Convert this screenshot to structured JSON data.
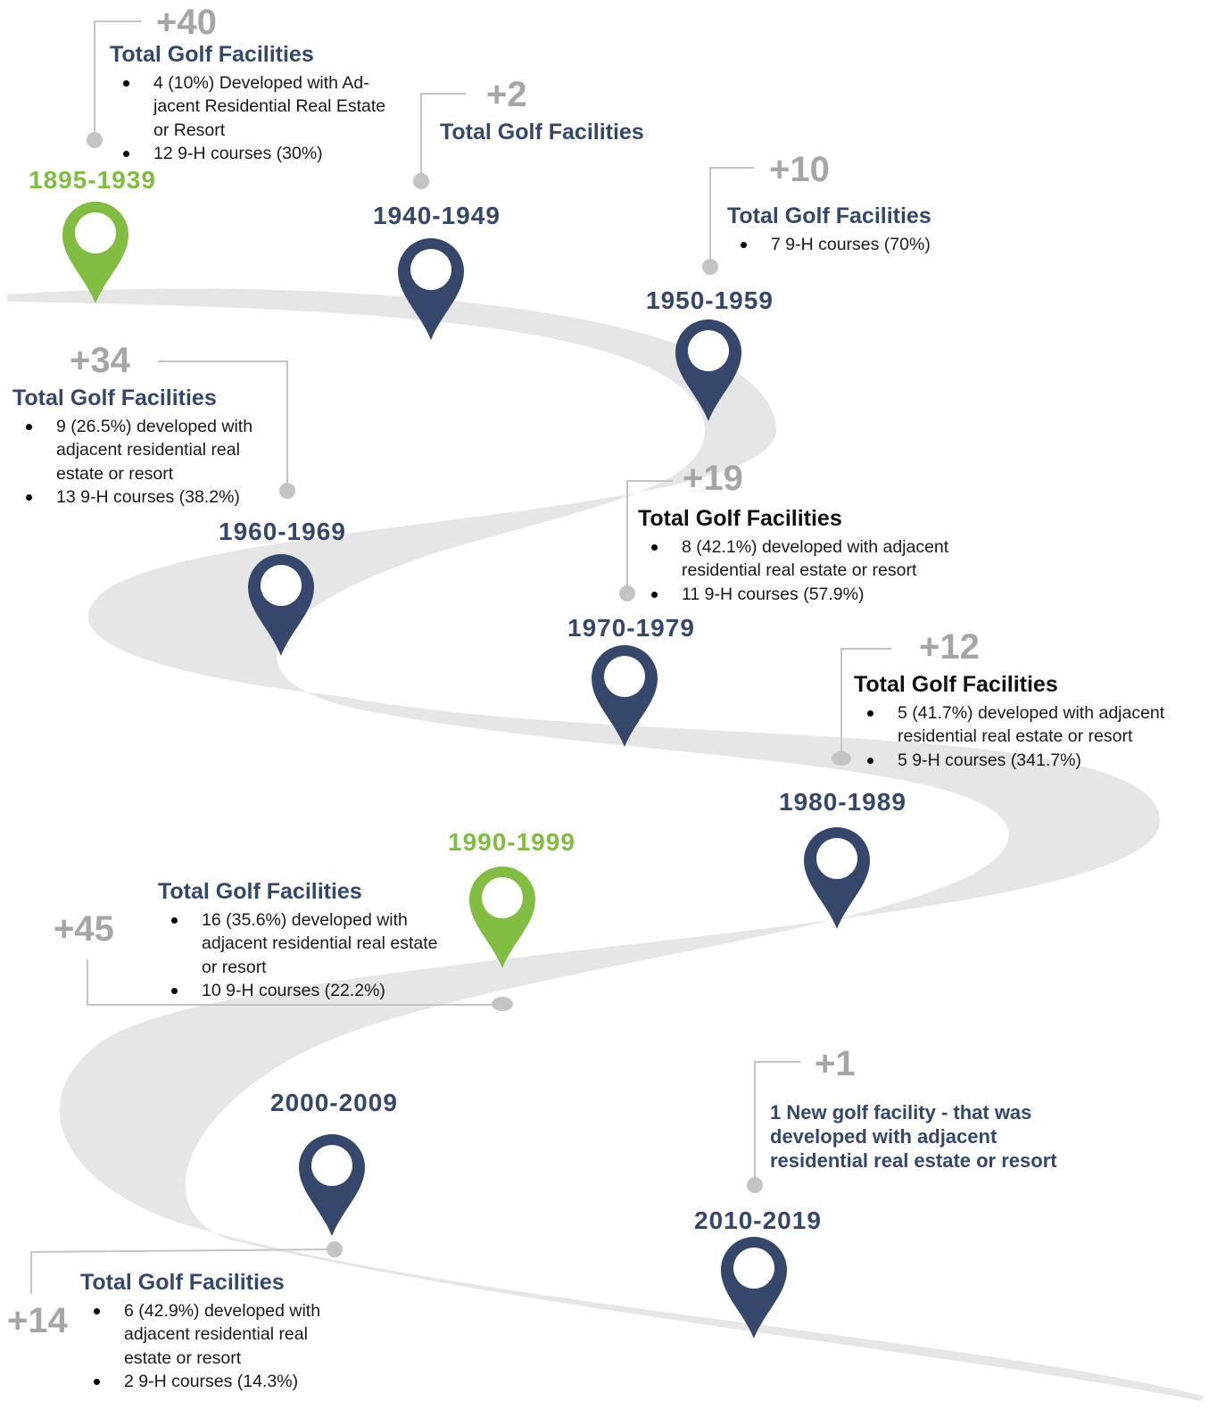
{
  "colors": {
    "navy": "#35476b",
    "green": "#80bd41",
    "gray": "#a6a6a6",
    "road": "#e6e6e6",
    "dot": "#c4c4c4",
    "black": "#1a1a1a"
  },
  "periods": [
    {
      "year": "1895-1939",
      "delta": "+40",
      "title": "Total Golf Facilities",
      "bullets": [
        "4  (10%) Developed with Ad-",
        "jacent Residential Real Estate",
        "or Resort",
        "12 9-H courses (30%)"
      ]
    },
    {
      "year": "1940-1949",
      "delta": "+2",
      "title": "Total Golf Facilities",
      "bullets": []
    },
    {
      "year": "1950-1959",
      "delta": "+10",
      "title": "Total Golf Facilities",
      "bullets": [
        "7 9-H courses (70%)"
      ]
    },
    {
      "year": "1960-1969",
      "delta": "+34",
      "title": "Total Golf Facilities",
      "bullets": [
        "9 (26.5%) developed with",
        "adjacent residential real",
        "estate or resort",
        "13 9-H courses (38.2%)"
      ]
    },
    {
      "year": "1970-1979",
      "delta": "+19",
      "title": "Total Golf Facilities",
      "bullets": [
        "8 (42.1%) developed with adjacent",
        "residential real estate or resort",
        "11 9-H courses (57.9%)"
      ]
    },
    {
      "year": "1980-1989",
      "delta": "+12",
      "title": "Total Golf Facilities",
      "bullets": [
        "5 (41.7%) developed with adjacent",
        "residential real estate or resort",
        "5 9-H courses (341.7%)"
      ]
    },
    {
      "year": "1990-1999",
      "delta": "+45",
      "title": "Total Golf Facilities",
      "bullets": [
        "16  (35.6%) developed with",
        "adjacent residential real estate",
        "or resort",
        "10 9-H courses (22.2%)"
      ]
    },
    {
      "year": "2000-2009",
      "delta": "+14",
      "title": "Total Golf Facilities",
      "bullets": [
        "6  (42.9%) developed with",
        "adjacent residential real",
        "estate or resort",
        "2 9-H courses (14.3%)"
      ]
    },
    {
      "year": "2010-2019",
      "delta": "+1",
      "note_lead": "1 New golf facility",
      "note_rest": " - that was developed with adjacent residential real estate or resort"
    }
  ]
}
